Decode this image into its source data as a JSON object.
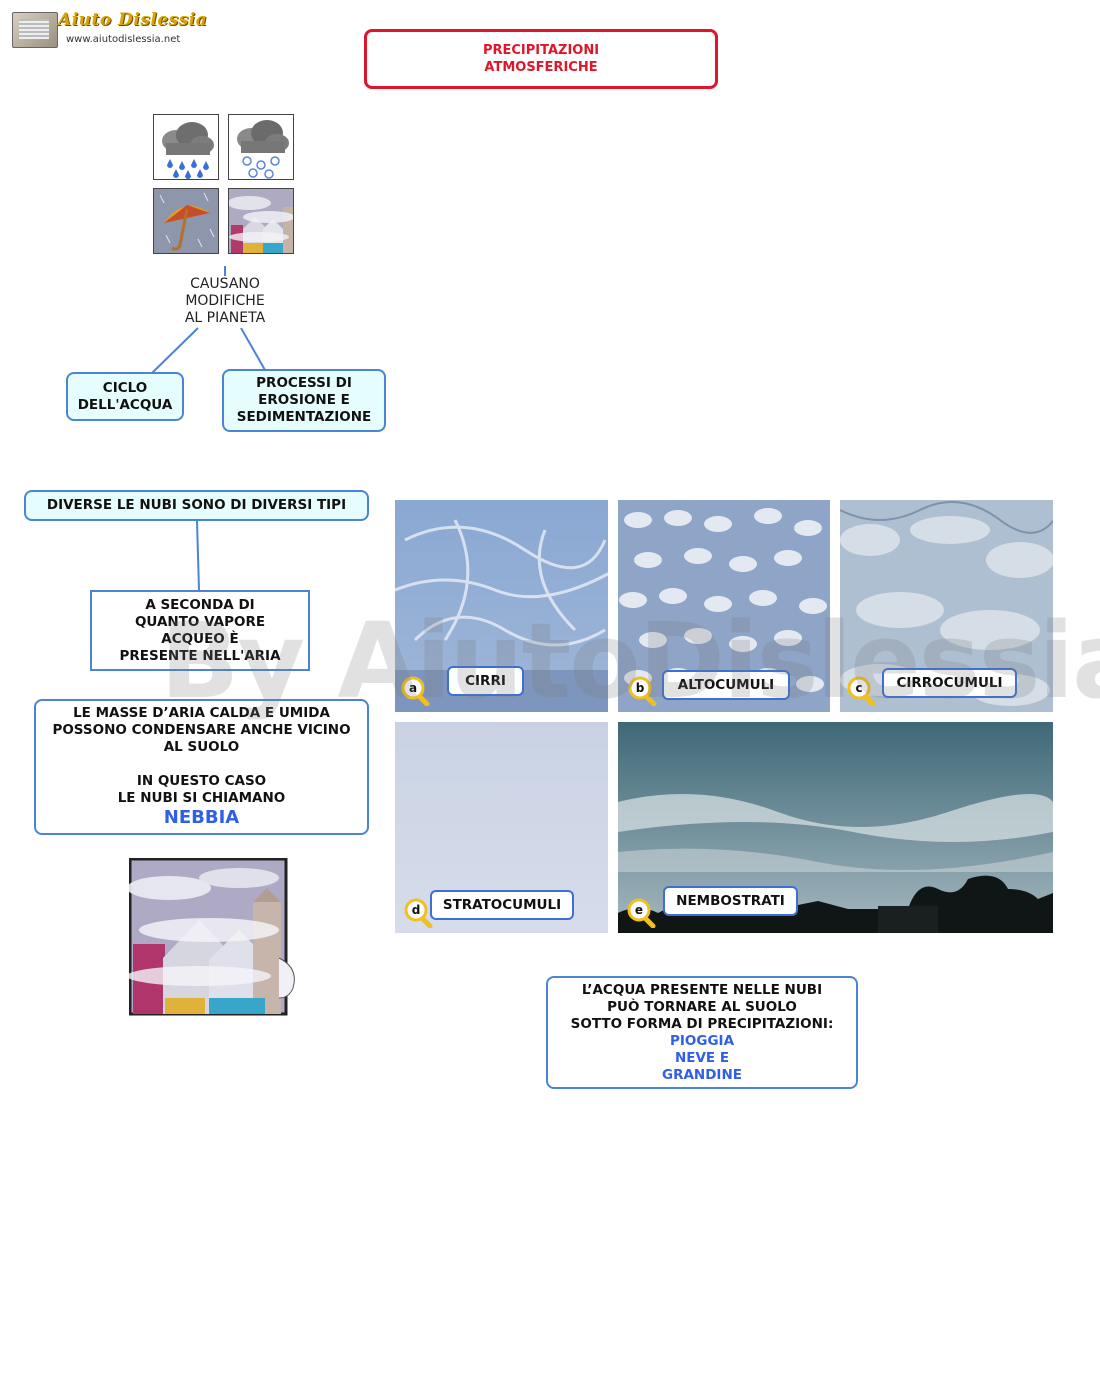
{
  "logo": {
    "title": "Aiuto Dislessia",
    "url": "www.aiutodislessia.net"
  },
  "title": {
    "line1": "PRECIPITAZIONI",
    "line2": "ATMOSFERICHE"
  },
  "weather_icons": [
    "rain-cloud-icon",
    "snow-cloud-icon",
    "umbrella-rain-icon",
    "fog-houses-icon"
  ],
  "causano": {
    "line1": "CAUSANO",
    "line2": "MODIFICHE",
    "line3": "AL PIANETA"
  },
  "ciclo": {
    "line1": "CICLO",
    "line2": "DELL'ACQUA"
  },
  "processi": {
    "line1": "PROCESSI DI",
    "line2": "EROSIONE E",
    "line3": "SEDIMENTAZIONE"
  },
  "nubi_tipi": "DIVERSE LE NUBI SONO DI DIVERSI TIPI",
  "seconda": {
    "line1": "A SECONDA DI",
    "line2": "QUANTO VAPORE",
    "line3": "ACQUEO È",
    "line4": "PRESENTE NELL'ARIA"
  },
  "masse": {
    "line1": "LE MASSE D’ARIA CALDA E UMIDA",
    "line2": "POSSONO CONDENSARE ANCHE VICINO",
    "line3": "AL SUOLO",
    "line4": "IN QUESTO CASO",
    "line5": "LE NUBI SI CHIAMANO",
    "highlight": "NEBBIA"
  },
  "clouds": [
    {
      "letter": "a",
      "name": "CIRRI"
    },
    {
      "letter": "b",
      "name": "ALTOCUMULI"
    },
    {
      "letter": "c",
      "name": "CIRROCUMULI"
    },
    {
      "letter": "d",
      "name": "STRATOCUMULI"
    },
    {
      "letter": "e",
      "name": "NEMBOSTRATI"
    }
  ],
  "acqua": {
    "line1": "L’ACQUA PRESENTE NELLE NUBI",
    "line2": "PUÒ TORNARE AL SUOLO",
    "line3": "SOTTO FORMA DI PRECIPITAZIONI:",
    "item1": "PIOGGIA",
    "item2": "NEVE E",
    "item3": "GRANDINE"
  },
  "watermark": "By AiutoDislessia.net",
  "colors": {
    "title_red": "#e0142a",
    "box_border": "#4b84d6",
    "box_fill": "#e5fdfd",
    "highlight_blue": "#2f5fe8"
  }
}
